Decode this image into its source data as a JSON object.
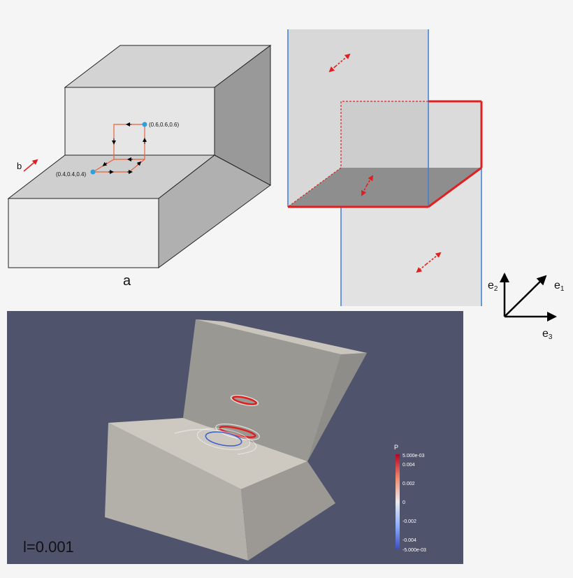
{
  "panel_a": {
    "caption": "a",
    "burgers_label": "b",
    "point_start": "(0.4,0.4,0.4)",
    "point_end": "(0.6,0.6,0.6)"
  },
  "axes": {
    "e1": "e",
    "e1_sub": "1",
    "e2": "e",
    "e2_sub": "2",
    "e3": "e",
    "e3_sub": "3"
  },
  "simulation": {
    "background": "#4f546c",
    "label": "l=0.001",
    "colorbar": {
      "title": "P",
      "max_label": "5.000e-03",
      "min_label": "-5.000e-03",
      "ticks": [
        "0.004",
        "0.002",
        "0",
        "-0.002",
        "-0.004"
      ]
    }
  },
  "colors": {
    "dislocation": "#e02020",
    "line_blue": "#3a7fd0",
    "point_blue": "#2aa0e0"
  }
}
